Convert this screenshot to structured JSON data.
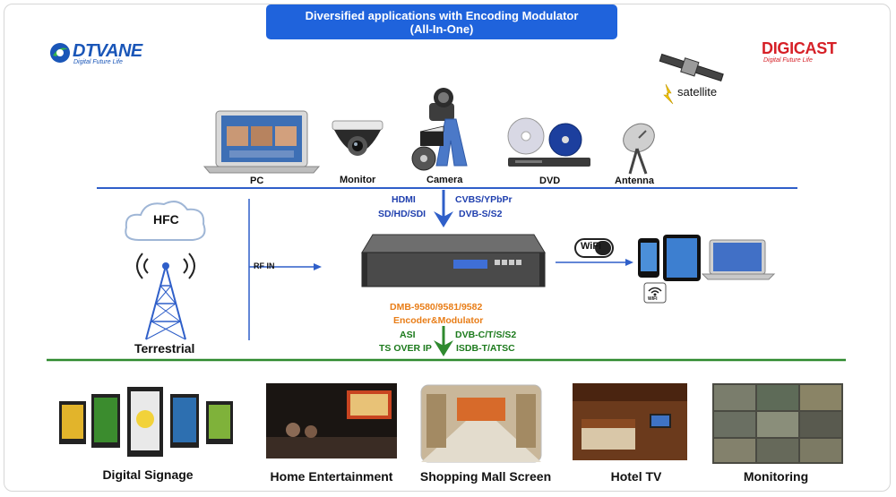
{
  "header": {
    "title_line1": "Diversified applications with Encoding Modulator",
    "title_line2": "(All-In-One)"
  },
  "logos": {
    "left_word": "DTVANE",
    "left_tagline": "Digital Future Life",
    "right_word": "DIGICAST",
    "right_tagline": "Digital Future Life"
  },
  "sources": {
    "pc": "PC",
    "monitor": "Monitor",
    "camera": "Camera",
    "dvd": "DVD",
    "antenna": "Antenna",
    "satellite": "satellite"
  },
  "inputs": {
    "left_top": "HDMI",
    "left_bottom": "SD/HD/SDI",
    "right_top": "CVBS/YPbPr",
    "right_bottom": "DVB-S/S2"
  },
  "left": {
    "hfc": "HFC",
    "terrestrial": "Terrestrial",
    "rf_in": "RF IN"
  },
  "device": {
    "model": "DMB-9580/9581/9582",
    "name": "Encoder&Modulator"
  },
  "outputs": {
    "left_top": "ASI",
    "left_bottom": "TS OVER IP",
    "right_top": "DVB-C/T/S/S2",
    "right_bottom": "ISDB-T/ATSC"
  },
  "wifi": {
    "badge": "WiFi",
    "small_badge": "WIFI"
  },
  "applications": [
    "Digital Signage",
    "Home Entertainment",
    "Shopping Mall Screen",
    "Hotel TV",
    "Monitoring"
  ],
  "colors": {
    "title_bg": "#1f63dc",
    "blue_line": "#2f5fc9",
    "green_line": "#2f8a2f",
    "orange_text": "#e87d17",
    "brand_red": "#d62027",
    "brand_blue": "#1a56b8"
  }
}
